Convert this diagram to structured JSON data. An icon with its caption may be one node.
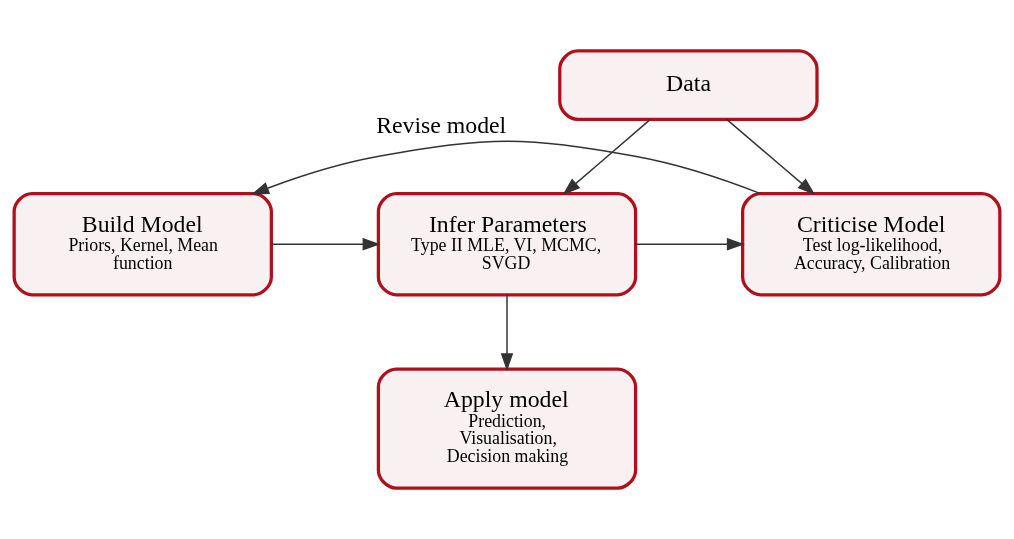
{
  "diagram": {
    "nodes": [
      {
        "text": [
          "Data"
        ]
      },
      {
        "text": [
          "Build Model",
          "Priors, Kernel, Mean function"
        ]
      },
      {
        "text": [
          "Infer Parameters",
          "Type II MLE, VI, MCMC, SVGD"
        ]
      },
      {
        "text": [
          "Criticise Model",
          "Test log-likelihood, Accuracy, Calibration"
        ]
      },
      {
        "text": [
          "Apply model",
          "Prediction, Visualisation, Decision making"
        ]
      }
    ],
    "edges": [
      {
        "from": 0,
        "to": 2,
        "arrow": "to"
      },
      {
        "from": 0,
        "to": 3,
        "arrow": "to"
      },
      {
        "from": 1,
        "to": 2,
        "arrow": "to"
      },
      {
        "from": 2,
        "to": 3,
        "arrow": "to"
      },
      {
        "from": 2,
        "to": 4,
        "arrow": "to"
      },
      {
        "from": 3,
        "to": 1,
        "arrow": "to",
        "label": "Revise model"
      }
    ]
  }
}
